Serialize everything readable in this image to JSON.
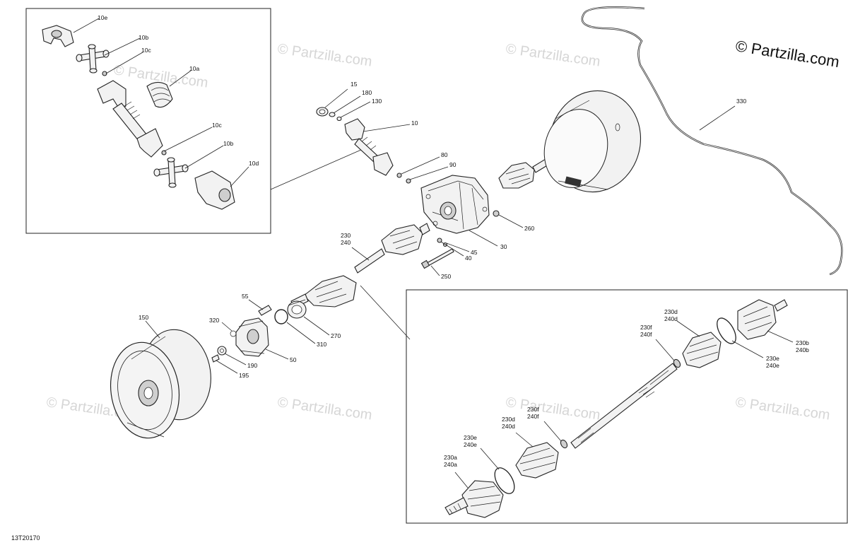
{
  "copyright": "© Partzilla.com",
  "diagram_code": "13T20170",
  "watermark": "© Partzilla.com",
  "labels": {
    "l10e": "10e",
    "l10b_top": "10b",
    "l10c_top": "10c",
    "l10a": "10a",
    "l10c_bot": "10c",
    "l10b_bot": "10b",
    "l10d": "10d",
    "l15": "15",
    "l180": "180",
    "l130": "130",
    "l10": "10",
    "l80": "80",
    "l90": "90",
    "l260": "260",
    "l30": "30",
    "l45": "45",
    "l40": "40",
    "l250": "250",
    "l230": "230",
    "l240": "240",
    "l55": "55",
    "l320": "320",
    "l150": "150",
    "l270": "270",
    "l310": "310",
    "l50": "50",
    "l190": "190",
    "l195": "195",
    "l330": "330",
    "r230d": "230d",
    "r240d": "240d",
    "r230f": "230f",
    "r240f": "240f",
    "r230b": "230b",
    "r240b": "240b",
    "r230e": "230e",
    "r240e": "240e",
    "b230d": "230d",
    "b240d": "240d",
    "b230f": "230f",
    "b240f": "240f",
    "b230e": "230e",
    "b240e": "240e",
    "b230a": "230a",
    "b240a": "240a"
  }
}
